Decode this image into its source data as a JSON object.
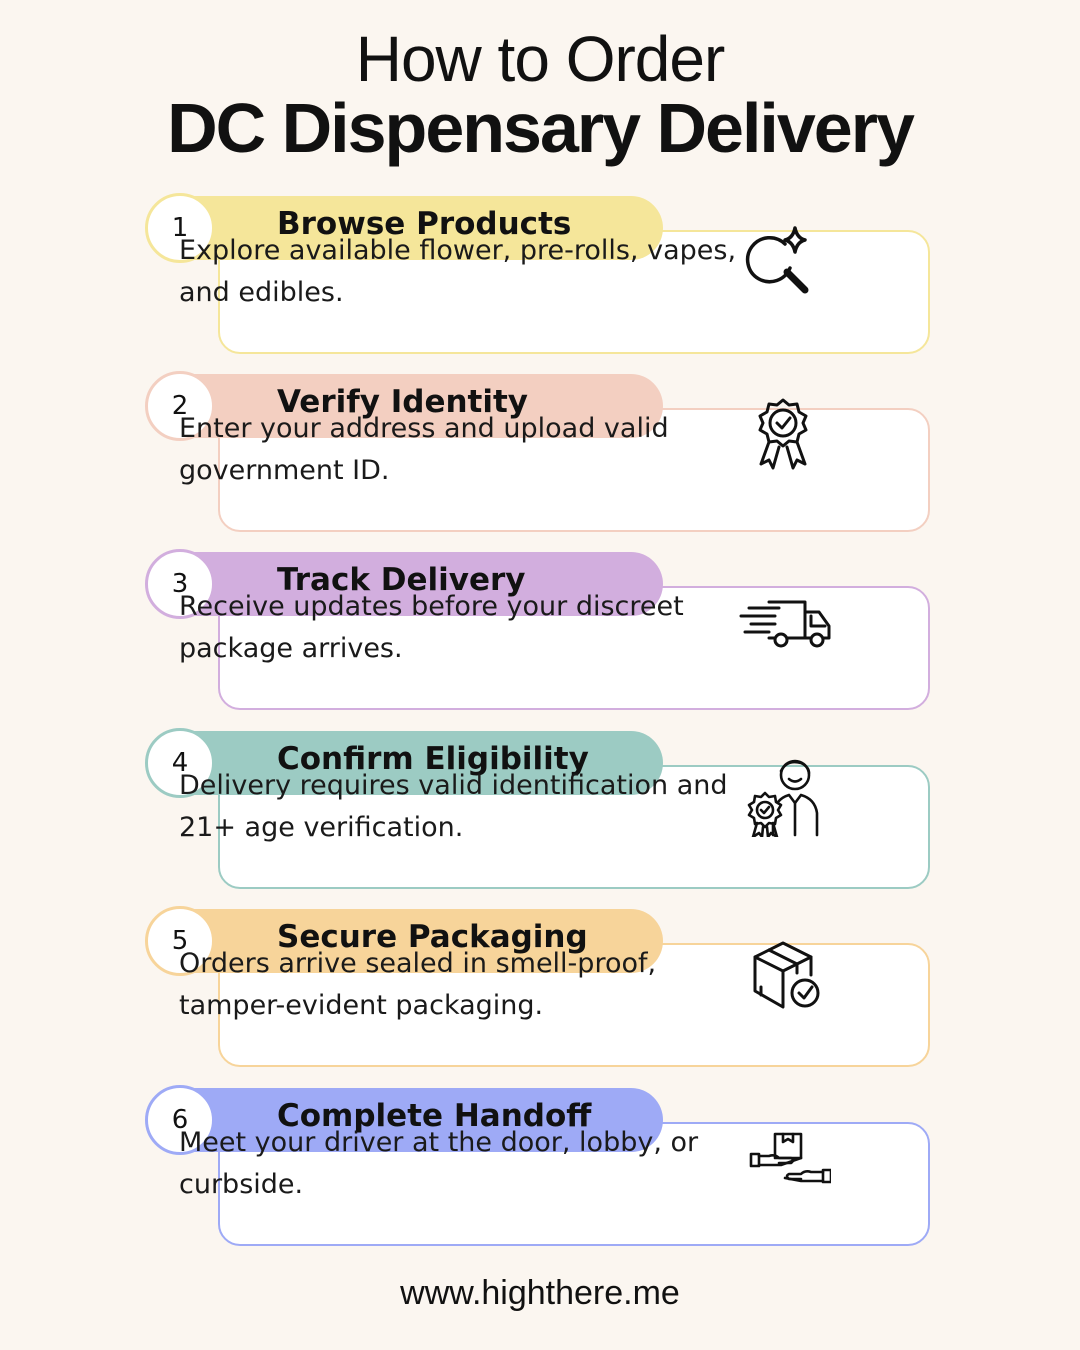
{
  "header": {
    "line1": "How to Order",
    "line2": "DC Dispensary Delivery"
  },
  "steps": [
    {
      "number": "1",
      "title": "Browse Products",
      "description": "Explore available flower, pre-rolls, vapes, and edibles.",
      "icon": "search-sparkle-icon",
      "color": "#f5e69a"
    },
    {
      "number": "2",
      "title": "Verify Identity",
      "description": "Enter your address and upload valid government ID.",
      "icon": "verified-badge-icon",
      "color": "#f3cfc1"
    },
    {
      "number": "3",
      "title": "Track Delivery",
      "description": "Receive updates before your discreet package arrives.",
      "icon": "delivery-truck-icon",
      "color": "#d2aede"
    },
    {
      "number": "4",
      "title": "Confirm Eligibility",
      "description": "Delivery requires valid identification and 21+ age verification.",
      "icon": "verified-person-icon",
      "color": "#9ccbc3"
    },
    {
      "number": "5",
      "title": "Secure Packaging",
      "description": "Orders arrive sealed in smell-proof, tamper-evident packaging.",
      "icon": "checked-box-icon",
      "color": "#f7d49a"
    },
    {
      "number": "6",
      "title": "Complete Handoff",
      "description": "Meet your driver at the door, lobby, or curbside.",
      "icon": "package-handoff-icon",
      "color": "#9eaaf6"
    }
  ],
  "footer": {
    "url": "www.highthere.me"
  }
}
